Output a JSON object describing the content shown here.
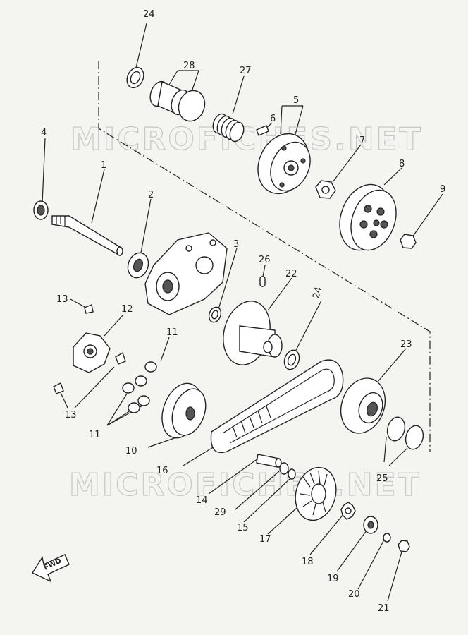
{
  "watermarks": [
    "MICROFICHES.NET",
    "MICROFICHES.NET"
  ],
  "fwd_label": "FWD",
  "callouts": {
    "p1": "1",
    "p2": "2",
    "p3": "3",
    "p4": "4",
    "p5": "5",
    "p6": "6",
    "p7": "7",
    "p8": "8",
    "p9": "9",
    "p10": "10",
    "p11a": "11",
    "p11b": "11",
    "p12": "12",
    "p13a": "13",
    "p13b": "13",
    "p14": "14",
    "p15": "15",
    "p16": "16",
    "p17": "17",
    "p18": "18",
    "p19": "19",
    "p20": "20",
    "p21": "21",
    "p22": "22",
    "p23": "23",
    "p24a": "24",
    "p24b": "24",
    "p25": "25",
    "p26": "26",
    "p27": "27",
    "p28": "28",
    "p29": "29"
  }
}
